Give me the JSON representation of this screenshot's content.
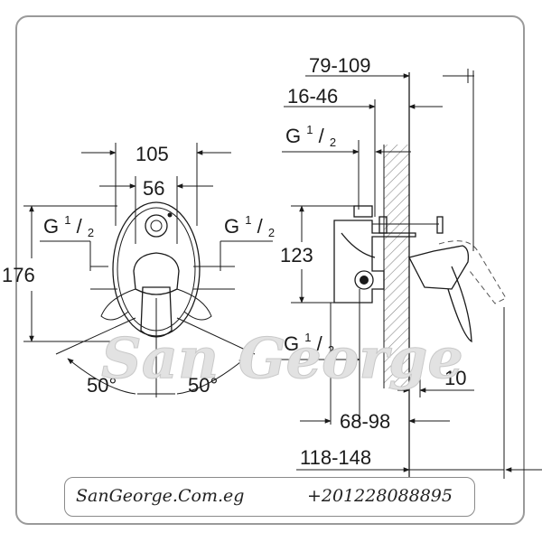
{
  "diagram": {
    "front_view": {
      "width_overall": "105",
      "width_inner": "56",
      "height_overall": "176",
      "inlet_left_label": "G",
      "inlet_right_label": "G",
      "angle_left": "50°",
      "angle_right": "50°"
    },
    "side_view": {
      "depth_max": "79-109",
      "depth_min": "16-46",
      "top_thread_label": "G",
      "height_center": "123",
      "bottom_thread_label": "G",
      "offset_small": "10",
      "depth_install": "68-98",
      "depth_total": "118-148"
    },
    "thread_fraction": {
      "numerator": "1",
      "denominator": "2"
    }
  },
  "watermark": "San George",
  "footer": {
    "website": "SanGeorge.Com.eg",
    "phone": "+201228088895"
  }
}
